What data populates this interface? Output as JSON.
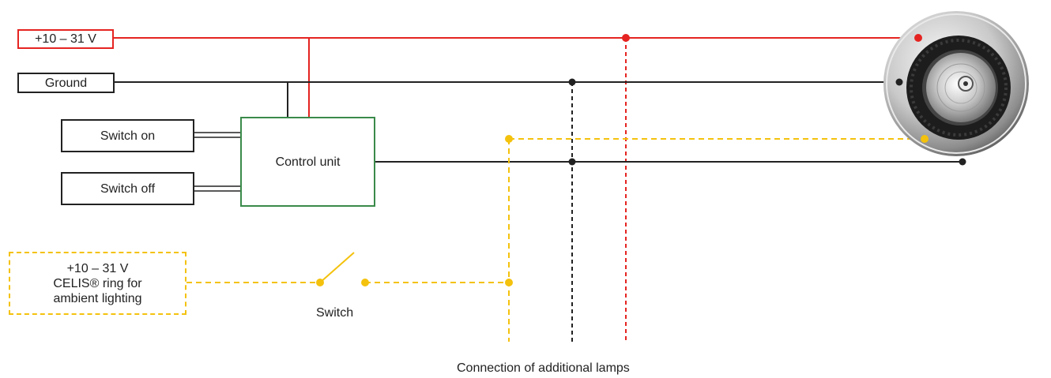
{
  "labels": {
    "supply": "+10 – 31 V",
    "ground": "Ground",
    "switch_on": "Switch on",
    "switch_off": "Switch off",
    "control_unit": "Control unit",
    "ambient_line1": "+10 – 31 V",
    "ambient_line2": "CELIS® ring for",
    "ambient_line3": "ambient lighting",
    "switch": "Switch",
    "additional_lamps": "Connection of additional lamps"
  },
  "colors": {
    "supply_wire": "#e52421",
    "ground_wire": "#222222",
    "control_box": "#3a8a4a",
    "ambient_wire": "#f4c20d"
  },
  "icons": {
    "lamp": "recessed-spotlight-lamp-icon"
  }
}
